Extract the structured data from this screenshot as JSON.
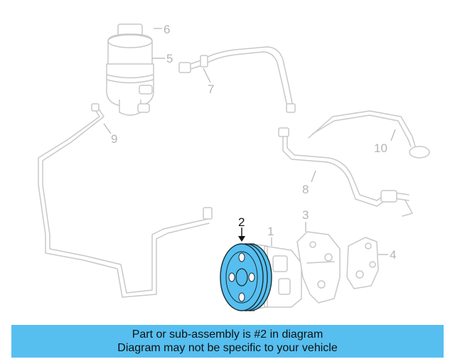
{
  "diagram": {
    "highlight_color": "#56bff0",
    "callouts": [
      {
        "id": "1",
        "label": "1"
      },
      {
        "id": "2",
        "label": "2",
        "active": true
      },
      {
        "id": "3",
        "label": "3"
      },
      {
        "id": "4",
        "label": "4"
      },
      {
        "id": "5",
        "label": "5"
      },
      {
        "id": "6",
        "label": "6"
      },
      {
        "id": "7",
        "label": "7"
      },
      {
        "id": "8",
        "label": "8"
      },
      {
        "id": "9",
        "label": "9"
      },
      {
        "id": "10",
        "label": "10"
      }
    ]
  },
  "banner": {
    "line1": "Part or sub-assembly is #2 in diagram",
    "line2": "Diagram may not be specific to your vehicle",
    "background": "#56bff0"
  }
}
